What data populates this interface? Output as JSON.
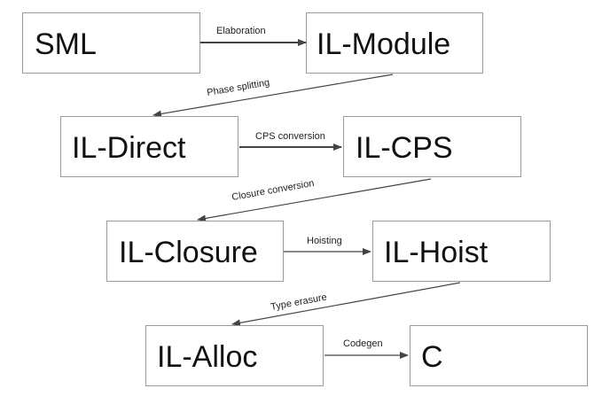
{
  "nodes": [
    {
      "id": "sml",
      "label": "SML"
    },
    {
      "id": "il-module",
      "label": "IL-Module"
    },
    {
      "id": "il-direct",
      "label": "IL-Direct"
    },
    {
      "id": "il-cps",
      "label": "IL-CPS"
    },
    {
      "id": "il-closure",
      "label": "IL-Closure"
    },
    {
      "id": "il-hoist",
      "label": "IL-Hoist"
    },
    {
      "id": "il-alloc",
      "label": "IL-Alloc"
    },
    {
      "id": "c",
      "label": "C"
    }
  ],
  "edges": [
    {
      "from": "sml",
      "to": "il-module",
      "label": "Elaboration"
    },
    {
      "from": "il-module",
      "to": "il-direct",
      "label": "Phase splitting"
    },
    {
      "from": "il-direct",
      "to": "il-cps",
      "label": "CPS conversion"
    },
    {
      "from": "il-cps",
      "to": "il-closure",
      "label": "Closure conversion"
    },
    {
      "from": "il-closure",
      "to": "il-hoist",
      "label": "Hoisting"
    },
    {
      "from": "il-hoist",
      "to": "il-alloc",
      "label": "Type erasure"
    },
    {
      "from": "il-alloc",
      "to": "c",
      "label": "Codegen"
    }
  ]
}
